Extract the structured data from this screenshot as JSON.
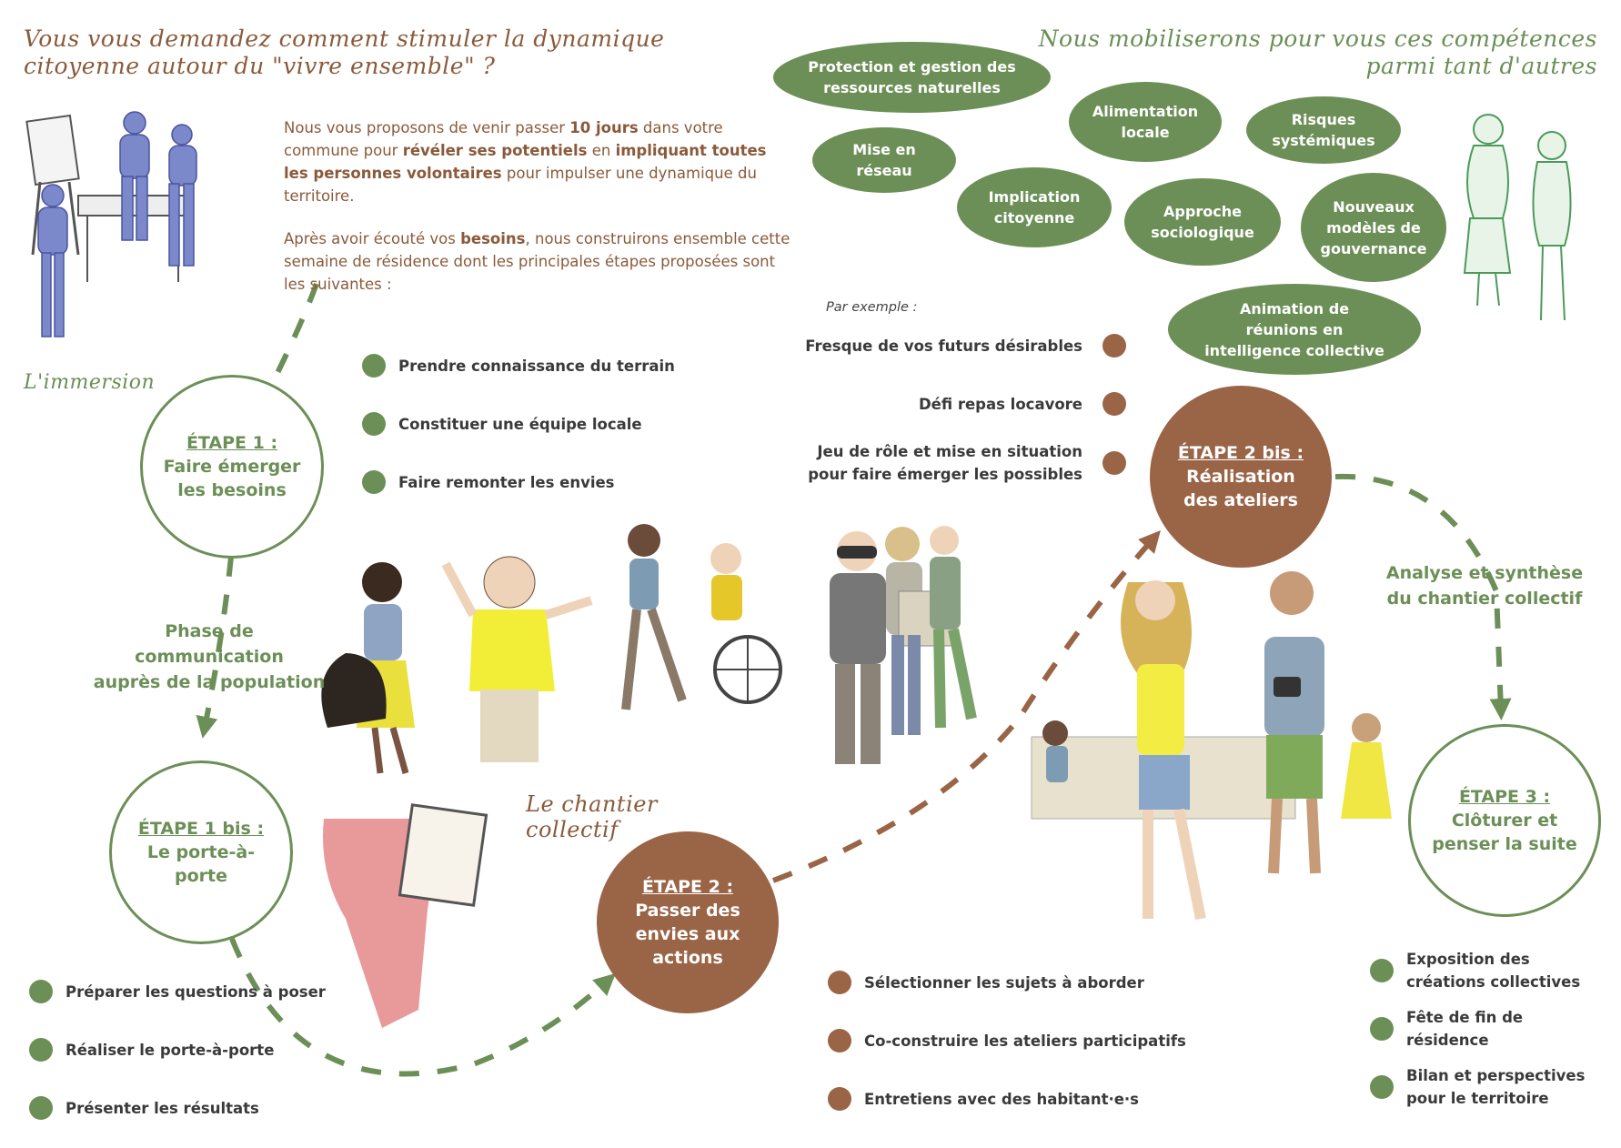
{
  "header": {
    "question_lines": [
      "Vous vous demandez comment stimuler la dynamique",
      "citoyenne autour du \"vivre ensemble\" ?"
    ],
    "skills_lines": [
      "Nous mobiliserons pour vous ces compétences",
      "parmi tant d'autres"
    ]
  },
  "intro": {
    "p1": {
      "t1": "Nous vous proposons de venir passer ",
      "b1": "10 jours",
      "t2": " dans votre commune pour ",
      "b2": "révéler ses potentiels",
      "t3": " en ",
      "b3": "impliquant toutes les personnes volontaires",
      "t4": " pour impulser une dynamique du territoire."
    },
    "p2": {
      "t1": "Après avoir écouté vos ",
      "b1": "besoins",
      "t2": ", nous construirons ensemble cette semaine de résidence dont les principales étapes proposées sont les suivantes :"
    }
  },
  "skills": [
    "Protection et gestion des ressources naturelles",
    "Mise en réseau",
    "Alimentation locale",
    "Risques systémiques",
    "Implication citoyenne",
    "Approche sociologique",
    "Nouveaux modèles de gouvernance",
    "Animation de réunions en intelligence collective"
  ],
  "labels": {
    "immersion": "L'immersion",
    "chantier_line1": "Le chantier",
    "chantier_line2": "collectif",
    "communication_line1": "Phase de communication",
    "communication_line2": "auprès de la population",
    "analyse_line1": "Analyse et synthèse",
    "analyse_line2": "du chantier collectif",
    "par_exemple": "Par exemple :"
  },
  "stages": {
    "s1": {
      "num": "ÉTAPE 1 :",
      "title_line1": "Faire émerger",
      "title_line2": "les besoins"
    },
    "s1bis": {
      "num": "ÉTAPE 1 bis :",
      "title_line1": "Le porte-à-",
      "title_line2": "porte"
    },
    "s2": {
      "num": "ÉTAPE 2 :",
      "title_line1": "Passer des",
      "title_line2": "envies aux",
      "title_line3": "actions"
    },
    "s2bis": {
      "num": "ÉTAPE 2 bis :",
      "title_line1": "Réalisation",
      "title_line2": "des ateliers"
    },
    "s3": {
      "num": "ÉTAPE 3 :",
      "title_line1": "Clôturer et",
      "title_line2": "penser la suite"
    }
  },
  "stage1_items": [
    "Prendre connaissance du terrain",
    "Constituer une équipe locale",
    "Faire remonter les envies"
  ],
  "stage1bis_items": [
    "Préparer les questions à poser",
    "Réaliser le porte-à-porte",
    "Présenter les résultats"
  ],
  "stage2_items": [
    "Sélectionner les sujets à aborder",
    "Co-construire les ateliers participatifs",
    "Entretiens avec des habitant·e·s"
  ],
  "workshop_examples": [
    {
      "line1": "Fresque de vos futurs désirables",
      "line2": ""
    },
    {
      "line1": "Défi repas locavore",
      "line2": ""
    },
    {
      "line1": "Jeu de rôle et mise en situation",
      "line2": "pour faire émerger les possibles"
    }
  ],
  "stage3_items": [
    {
      "line1": "Exposition des",
      "line2": "créations collectives"
    },
    {
      "line1": "Fête de fin de",
      "line2": "résidence"
    },
    {
      "line1": "Bilan et perspectives",
      "line2": "pour le territoire"
    }
  ],
  "colors": {
    "green": "#6c8f57",
    "brown": "#9a6446",
    "text_brown": "#8a5a3a"
  }
}
